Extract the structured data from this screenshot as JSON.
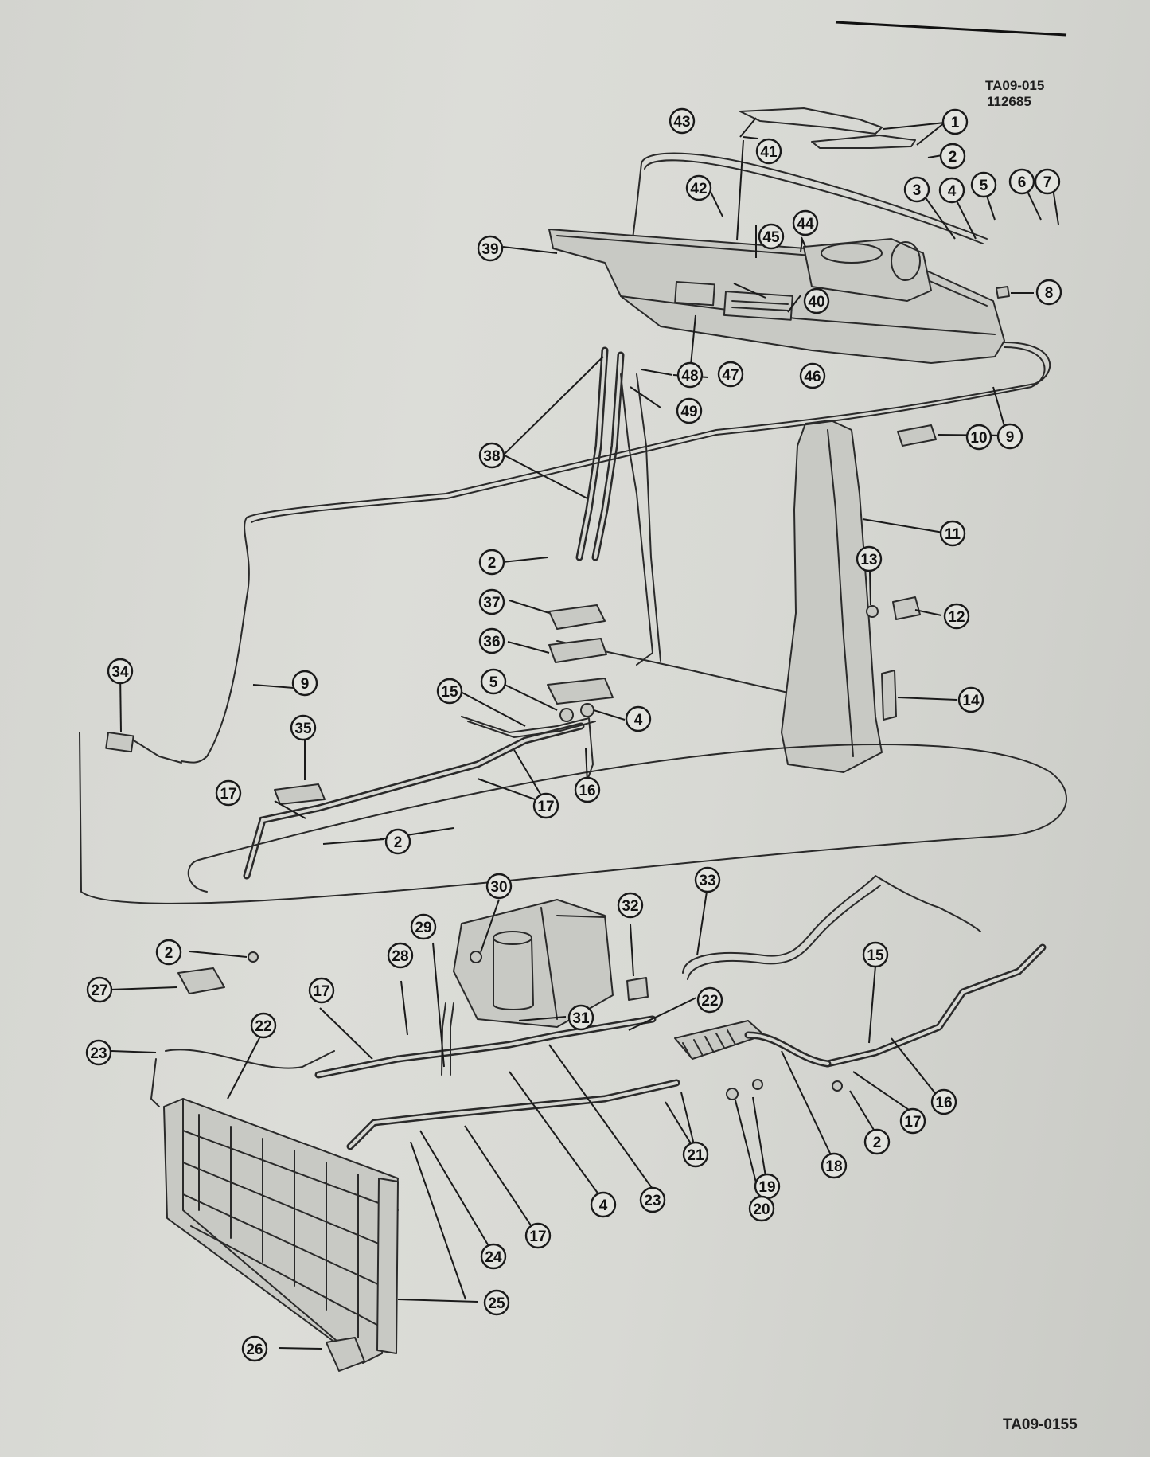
{
  "document": {
    "figure_id": "TA09-015",
    "figure_number": "112685",
    "footer_code": "TA09-0155"
  },
  "callouts": [
    {
      "id": "c1",
      "label": "1"
    },
    {
      "id": "c2a",
      "label": "2"
    },
    {
      "id": "c3",
      "label": "3"
    },
    {
      "id": "c4a",
      "label": "4"
    },
    {
      "id": "c5a",
      "label": "5"
    },
    {
      "id": "c6",
      "label": "6"
    },
    {
      "id": "c7",
      "label": "7"
    },
    {
      "id": "c8",
      "label": "8"
    },
    {
      "id": "c9a",
      "label": "9"
    },
    {
      "id": "c10",
      "label": "10"
    },
    {
      "id": "c11",
      "label": "11"
    },
    {
      "id": "c12",
      "label": "12"
    },
    {
      "id": "c13",
      "label": "13"
    },
    {
      "id": "c14",
      "label": "14"
    },
    {
      "id": "c15a",
      "label": "15"
    },
    {
      "id": "c16a",
      "label": "16"
    },
    {
      "id": "c17a",
      "label": "17"
    },
    {
      "id": "c17b",
      "label": "17"
    },
    {
      "id": "c2b",
      "label": "2"
    },
    {
      "id": "c2c",
      "label": "2"
    },
    {
      "id": "c4b",
      "label": "4"
    },
    {
      "id": "c5b",
      "label": "5"
    },
    {
      "id": "c9b",
      "label": "9"
    },
    {
      "id": "c34",
      "label": "34"
    },
    {
      "id": "c35",
      "label": "35"
    },
    {
      "id": "c36",
      "label": "36"
    },
    {
      "id": "c37",
      "label": "37"
    },
    {
      "id": "c38",
      "label": "38"
    },
    {
      "id": "c39",
      "label": "39"
    },
    {
      "id": "c40",
      "label": "40"
    },
    {
      "id": "c41",
      "label": "41"
    },
    {
      "id": "c42",
      "label": "42"
    },
    {
      "id": "c43",
      "label": "43"
    },
    {
      "id": "c44",
      "label": "44"
    },
    {
      "id": "c45",
      "label": "45"
    },
    {
      "id": "c46",
      "label": "46"
    },
    {
      "id": "c47",
      "label": "47"
    },
    {
      "id": "c48",
      "label": "48"
    },
    {
      "id": "c49",
      "label": "49"
    },
    {
      "id": "c2d",
      "label": "2"
    },
    {
      "id": "c27",
      "label": "27"
    },
    {
      "id": "c23a",
      "label": "23"
    },
    {
      "id": "c22a",
      "label": "22"
    },
    {
      "id": "c17c",
      "label": "17"
    },
    {
      "id": "c28",
      "label": "28"
    },
    {
      "id": "c29",
      "label": "29"
    },
    {
      "id": "c30",
      "label": "30"
    },
    {
      "id": "c31",
      "label": "31"
    },
    {
      "id": "c32",
      "label": "32"
    },
    {
      "id": "c33",
      "label": "33"
    },
    {
      "id": "c22b",
      "label": "22"
    },
    {
      "id": "c15b",
      "label": "15"
    },
    {
      "id": "c16b",
      "label": "16"
    },
    {
      "id": "c17d",
      "label": "17"
    },
    {
      "id": "c2e",
      "label": "2"
    },
    {
      "id": "c18",
      "label": "18"
    },
    {
      "id": "c19",
      "label": "19"
    },
    {
      "id": "c20",
      "label": "20"
    },
    {
      "id": "c21",
      "label": "21"
    },
    {
      "id": "c23b",
      "label": "23"
    },
    {
      "id": "c4c",
      "label": "4"
    },
    {
      "id": "c17e",
      "label": "17"
    },
    {
      "id": "c24",
      "label": "24"
    },
    {
      "id": "c25",
      "label": "25"
    },
    {
      "id": "c26",
      "label": "26"
    }
  ]
}
